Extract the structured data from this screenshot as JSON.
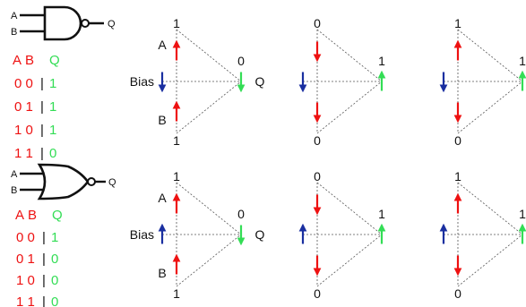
{
  "colors": {
    "red": "#ee1111",
    "green": "#33dd55",
    "blue": "#1a2fa0",
    "black": "#111111",
    "dashed": "#555555"
  },
  "gates": [
    {
      "id": "nand",
      "gate_type": "NAND",
      "input_a": "A",
      "input_b": "B",
      "output": "Q",
      "truth_header": {
        "a": "A",
        "b": "B",
        "q": "Q"
      },
      "truth_rows": [
        {
          "ab": "0 0",
          "q": "1"
        },
        {
          "ab": "0 1",
          "q": "1"
        },
        {
          "ab": "1 0",
          "q": "1"
        },
        {
          "ab": "1 1",
          "q": "0"
        }
      ],
      "bias_direction": "down",
      "perceptrons": [
        {
          "labels": {
            "a": "A",
            "b": "B",
            "bias": "Bias",
            "q": "Q"
          },
          "a_value": "1",
          "b_value": "1",
          "q_value": "0",
          "a_dir": "up",
          "b_dir": "up",
          "q_dir": "down"
        },
        {
          "labels": {},
          "a_value": "0",
          "b_value": "0",
          "q_value": "1",
          "a_dir": "down",
          "b_dir": "down",
          "q_dir": "up"
        },
        {
          "labels": {},
          "a_value": "1",
          "b_value": "0",
          "q_value": "1",
          "a_dir": "up",
          "b_dir": "down",
          "q_dir": "up"
        }
      ]
    },
    {
      "id": "nor",
      "gate_type": "NOR",
      "input_a": "A",
      "input_b": "B",
      "output": "Q",
      "truth_header": {
        "a": "A",
        "b": "B",
        "q": "Q"
      },
      "truth_rows": [
        {
          "ab": "0 0",
          "q": "1"
        },
        {
          "ab": "0 1",
          "q": "0"
        },
        {
          "ab": "1 0",
          "q": "0"
        },
        {
          "ab": "1 1",
          "q": "0"
        }
      ],
      "bias_direction": "up",
      "perceptrons": [
        {
          "labels": {
            "a": "A",
            "b": "B",
            "bias": "Bias",
            "q": "Q"
          },
          "a_value": "1",
          "b_value": "1",
          "q_value": "0",
          "a_dir": "up",
          "b_dir": "up",
          "q_dir": "down"
        },
        {
          "labels": {},
          "a_value": "0",
          "b_value": "0",
          "q_value": "1",
          "a_dir": "down",
          "b_dir": "down",
          "q_dir": "up"
        },
        {
          "labels": {},
          "a_value": "1",
          "b_value": "0",
          "q_value": "1",
          "a_dir": "up",
          "b_dir": "down",
          "q_dir": "up"
        }
      ]
    }
  ]
}
